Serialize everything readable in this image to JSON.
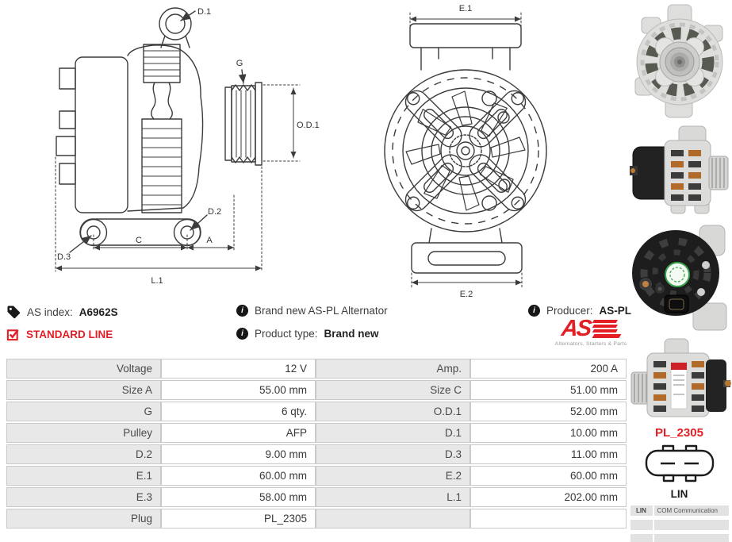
{
  "colors": {
    "accent_red": "#e31e24",
    "table_label_bg": "#e8e8e8",
    "table_border": "#c9c9c9",
    "drawing_line": "#3c3c3c"
  },
  "icons": {
    "info_glyph": "i"
  },
  "drawing_side": {
    "labels": {
      "d1": "D.1",
      "g": "G",
      "od1": "O.D.1",
      "d2": "D.2",
      "d3": "D.3",
      "c": "C",
      "a": "A",
      "l1": "L.1"
    }
  },
  "drawing_front": {
    "labels": {
      "e1": "E.1",
      "e2": "E.2"
    }
  },
  "info_bar": {
    "as_index_label": "AS index:",
    "as_index_value": "A6962S",
    "standard_line_label": "STANDARD LINE",
    "brand_new_text": "Brand new AS-PL Alternator",
    "product_type_label": "Product type:",
    "product_type_value": "Brand new",
    "producer_label": "Producer:",
    "producer_value": "AS-PL",
    "logo_text": "AS",
    "logo_caption": "Alternators, Starters & Parts"
  },
  "spec_table": {
    "rows": [
      {
        "label_left": "Voltage",
        "value_left": "12 V",
        "label_right": "Amp.",
        "value_right": "200 A"
      },
      {
        "label_left": "Size A",
        "value_left": "55.00 mm",
        "label_right": "Size C",
        "value_right": "51.00 mm"
      },
      {
        "label_left": "G",
        "value_left": "6 qty.",
        "label_right": "O.D.1",
        "value_right": "52.00 mm"
      },
      {
        "label_left": "Pulley",
        "value_left": "AFP",
        "label_right": "D.1",
        "value_right": "10.00 mm"
      },
      {
        "label_left": "D.2",
        "value_left": "9.00 mm",
        "label_right": "D.3",
        "value_right": "11.00 mm"
      },
      {
        "label_left": "E.1",
        "value_left": "60.00 mm",
        "label_right": "E.2",
        "value_right": "60.00 mm"
      },
      {
        "label_left": "E.3",
        "value_left": "58.00 mm",
        "label_right": "L.1",
        "value_right": "202.00 mm"
      },
      {
        "label_left": "Plug",
        "value_left": "PL_2305",
        "label_right": "",
        "value_right": ""
      }
    ]
  },
  "plug_panel": {
    "code": "PL_2305",
    "connector_label": "LIN",
    "table_rows": [
      {
        "key": "LIN",
        "value": "COM Communication"
      },
      {
        "key": "",
        "value": ""
      },
      {
        "key": "",
        "value": ""
      }
    ]
  }
}
